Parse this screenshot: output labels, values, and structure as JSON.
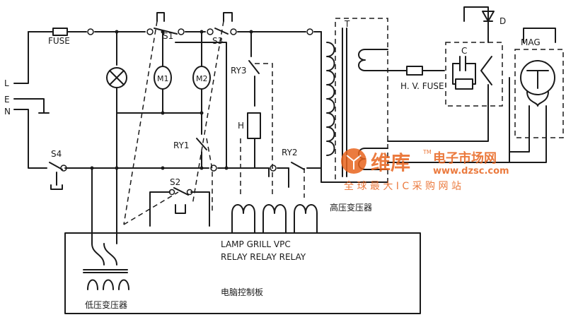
{
  "diagram": {
    "terminals": {
      "line": "L",
      "earth": "E",
      "neutral": "N"
    },
    "components": {
      "fuse": "FUSE",
      "switch_s1": "S1",
      "switch_s2": "S2",
      "switch_s3": "S3",
      "switch_s4": "S4",
      "motor_m1": "M1",
      "motor_m2": "M2",
      "relay_ry1": "RY1",
      "relay_ry2": "RY2",
      "relay_ry3": "RY3",
      "heater": "H",
      "transformer_t": "T",
      "diode": "D",
      "capacitor": "C",
      "hv_fuse": "H. V. FUSE",
      "magnetron": "MAG"
    },
    "labels": {
      "hv_transformer": "高压变压器",
      "lv_transformer": "低压变压器",
      "control_board": "电脑控制板",
      "relay_names": "LAMP  GRILL  VPC",
      "relay_words": "RELAY RELAY RELAY"
    },
    "watermark": {
      "brand": "维库",
      "brand_sub": "电子市场网",
      "url": "www.dzsc.com",
      "slogan": "全 球 最 大 I C 采 购 网 站",
      "tm": "TM"
    },
    "colors": {
      "line": "#1a1a1a",
      "watermark": "#e8641e"
    }
  }
}
